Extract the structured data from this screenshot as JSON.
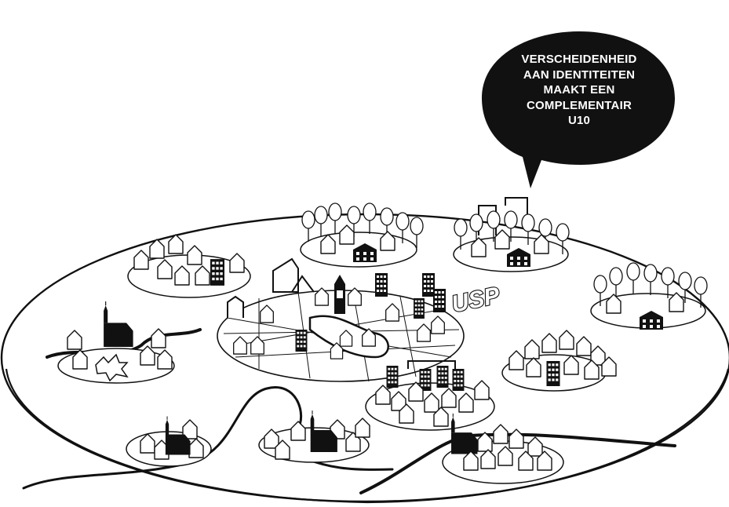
{
  "speech_bubble": {
    "lines": [
      "VERSCHEIDENHEID",
      "AAN IDENTITEITEN",
      "MAAKT EEN",
      "COMPLEMENTAIR",
      "U10"
    ]
  },
  "center_label": "USP",
  "colors": {
    "ink": "#111111",
    "paper": "#ffffff"
  }
}
